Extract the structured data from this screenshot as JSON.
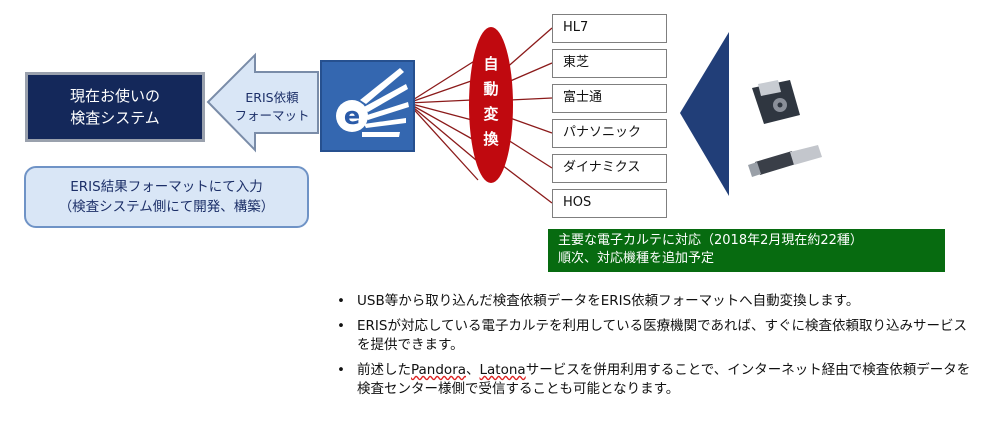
{
  "current_system": {
    "line1": "現在お使いの",
    "line2": "検査システム"
  },
  "arrow_label": {
    "line1": "ERIS依頼",
    "line2": "フォーマット"
  },
  "note": {
    "line1": "ERIS結果フォーマットにて入力",
    "line2": "（検査システム側にて開発、構築）"
  },
  "auto_convert": {
    "chars": [
      "自",
      "動",
      "変",
      "換"
    ]
  },
  "systems": [
    "HL7",
    "東芝",
    "富士通",
    "パナソニック",
    "ダイナミクス",
    "HOS"
  ],
  "green_note": {
    "line1": "主要な電子カルテに対応（2018年2月現在約22種）",
    "line2": "順次、対応機種を追加予定"
  },
  "bullets": {
    "b1": "USB等から取り込んだ検査依頼データをERIS依頼フォーマットへ自動変換します。",
    "b2": "ERISが対応している電子カルテを利用している医療機関であれば、すぐに検査依頼取り込みサービスを提供できます。",
    "b3_pre": "前述した",
    "b3_pandora": "Pandora",
    "b3_sep": "、",
    "b3_latona": "Latona",
    "b3_post": "サービスを併用利用することで、インターネット経由で検査依頼データを検査センター様側で受信することも可能となります。"
  },
  "colors": {
    "navy": "#14285a",
    "accent_blue": "#3467b0",
    "red_oval": "#c0090f",
    "green": "#076b10",
    "line_red": "#8b1a1a"
  }
}
